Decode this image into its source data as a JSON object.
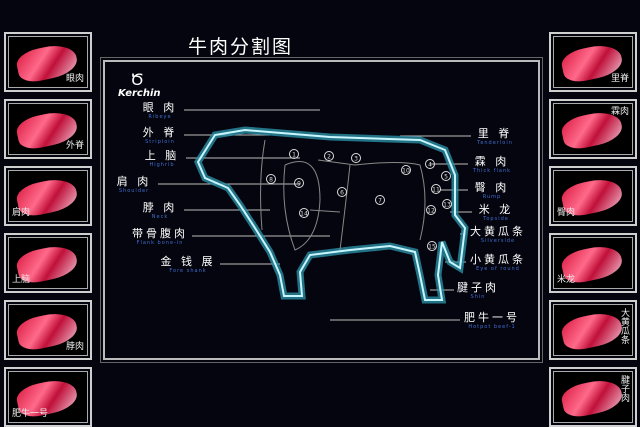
{
  "title": "牛肉分割图",
  "logo": {
    "brand": "Kerchin"
  },
  "left_thumbs": [
    {
      "label": "眼肉"
    },
    {
      "label": "外脊"
    },
    {
      "label": "肩肉"
    },
    {
      "label": "上脑"
    },
    {
      "label": "脖肉"
    },
    {
      "label": "肥牛一号"
    }
  ],
  "right_thumbs": [
    {
      "label": "里脊"
    },
    {
      "label": "霖肉"
    },
    {
      "label": "臀肉"
    },
    {
      "label": "米龙"
    },
    {
      "label": "大黄瓜条"
    },
    {
      "label": "腱子肉"
    }
  ],
  "left_labels": [
    {
      "cn": "眼 肉",
      "en": "Ribeye"
    },
    {
      "cn": "外 脊",
      "en": "Striploin"
    },
    {
      "cn": "上 脑",
      "en": "Highrib"
    },
    {
      "cn": "肩 肉",
      "en": "Shoulder"
    },
    {
      "cn": "脖 肉",
      "en": "Neck"
    },
    {
      "cn": "带骨腹肉",
      "en": "Flank bone-in"
    },
    {
      "cn": "金 钱 展",
      "en": "Fore shank"
    }
  ],
  "right_labels": [
    {
      "cn": "里 脊",
      "en": "Tenderloin"
    },
    {
      "cn": "霖 肉",
      "en": "Thick flank"
    },
    {
      "cn": "臀 肉",
      "en": "Rump"
    },
    {
      "cn": "米 龙",
      "en": "Topside"
    },
    {
      "cn": "大黄瓜条",
      "en": "Silverside"
    },
    {
      "cn": "小黄瓜条",
      "en": "Eye of round"
    },
    {
      "cn": "腱子肉",
      "en": "Shin"
    },
    {
      "cn": "肥牛一号",
      "en": "Hotpot beef-1"
    }
  ],
  "cuts": [
    "1",
    "2",
    "3",
    "4",
    "5",
    "6",
    "7",
    "8",
    "9",
    "10",
    "11",
    "12",
    "13",
    "14",
    "15"
  ],
  "colors": {
    "outline": "#8fe4f0",
    "glow": "#2a8fa5",
    "accent": "#3f6fd0"
  }
}
